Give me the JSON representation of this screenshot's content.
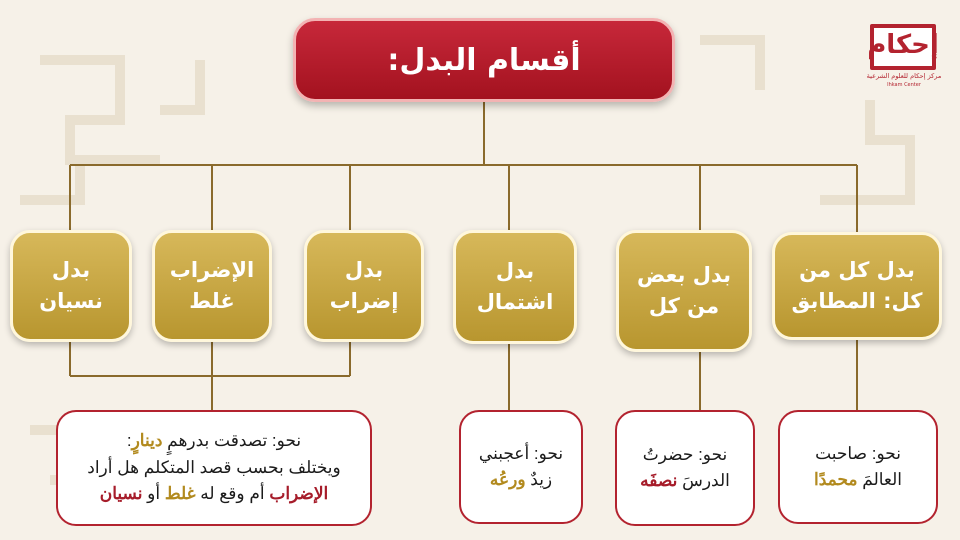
{
  "title": "أقسام البدل:",
  "logo": {
    "name": "إحكام",
    "caption": "مركز إحكام للعلوم الشرعية",
    "subcaption": "Ihkam Center"
  },
  "categories": [
    {
      "lines": [
        "بدل كل من",
        "كل: المطابق"
      ]
    },
    {
      "lines": [
        "بدل بعض",
        "من كل"
      ]
    },
    {
      "lines": [
        "بدل",
        "اشتمال"
      ]
    },
    {
      "lines": [
        "بدل",
        "إضراب"
      ]
    },
    {
      "lines": [
        "الإضراب",
        "غلط"
      ]
    },
    {
      "lines": [
        "بدل",
        "نسيان"
      ]
    }
  ],
  "examples": [
    {
      "line1": "نحو: صاحبت",
      "line2_plain": "العالمَ ",
      "line2_hl": "محمدًا"
    },
    {
      "line1": "نحو: حضرتُ",
      "line2_plain": "الدرسَ ",
      "line2_hl": "نصفَه"
    },
    {
      "line1": "نحو: أعجبني",
      "line2_plain": "زيدٌ ",
      "line2_hl": "ورعُه"
    },
    {
      "line1_plain": "نحو: تصدقت بدرهمٍ ",
      "line1_hl": "دينارٍ",
      "line1_end": ":",
      "line2": "ويختلف بحسب قصد المتكلم هل أراد",
      "line3_a": "الإضراب",
      "line3_b": " أم وقع له ",
      "line3_c": "غلط",
      "line3_d": " أو ",
      "line3_e": "نسيان"
    }
  ],
  "colors": {
    "title_red": "#b3232f",
    "category_gold": "#c9a645",
    "connector_brown": "#8a6a2c",
    "highlight_gold": "#b28a1e",
    "highlight_red": "#a61c2a"
  }
}
